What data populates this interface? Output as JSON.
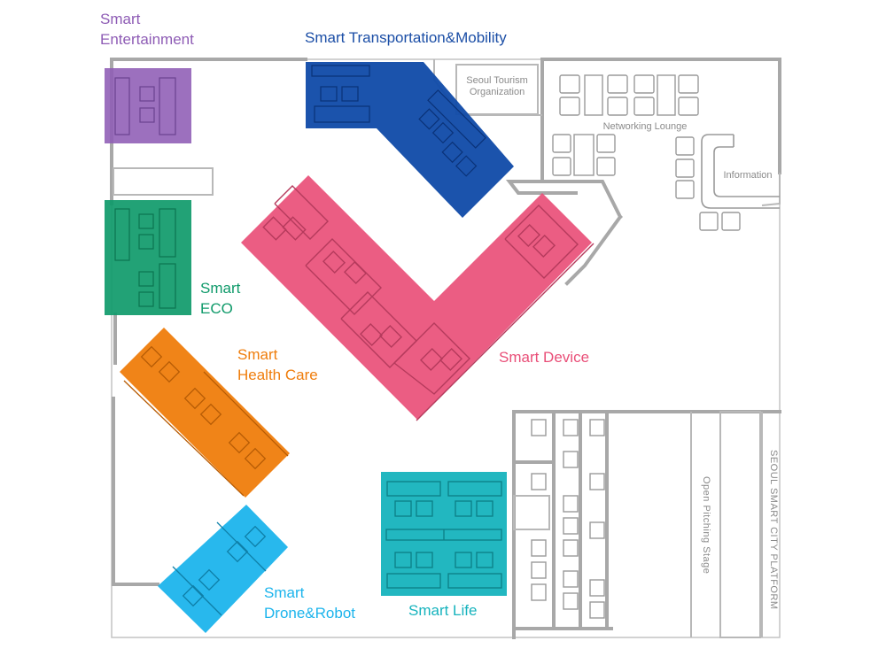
{
  "colors": {
    "entertainment": "#8e5cb5",
    "transportation": "#0f4aa8",
    "eco": "#0f9a6a",
    "device": "#e94f78",
    "health": "#ef7d0c",
    "drone": "#1cb4ec",
    "life": "#16b3bd",
    "wall": "#a8a8a8"
  },
  "zones": {
    "entertainment": {
      "line1": "Smart",
      "line2": "Entertainment"
    },
    "transportation": {
      "line1": "Smart Transportation&Mobility"
    },
    "eco": {
      "line1": "Smart",
      "line2": "ECO"
    },
    "health": {
      "line1": "Smart",
      "line2": "Health Care"
    },
    "device": {
      "line1": "Smart Device"
    },
    "drone": {
      "line1": "Smart",
      "line2": "Drone&Robot"
    },
    "life": {
      "line1": "Smart Life"
    }
  },
  "areas": {
    "tourism": {
      "line1": "Seoul Tourism",
      "line2": "Organization"
    },
    "lounge": "Networking Lounge",
    "information": "Information",
    "stage": "Open Pitching Stage",
    "platform": "SEOUL SMART CITY PLATFORM"
  }
}
